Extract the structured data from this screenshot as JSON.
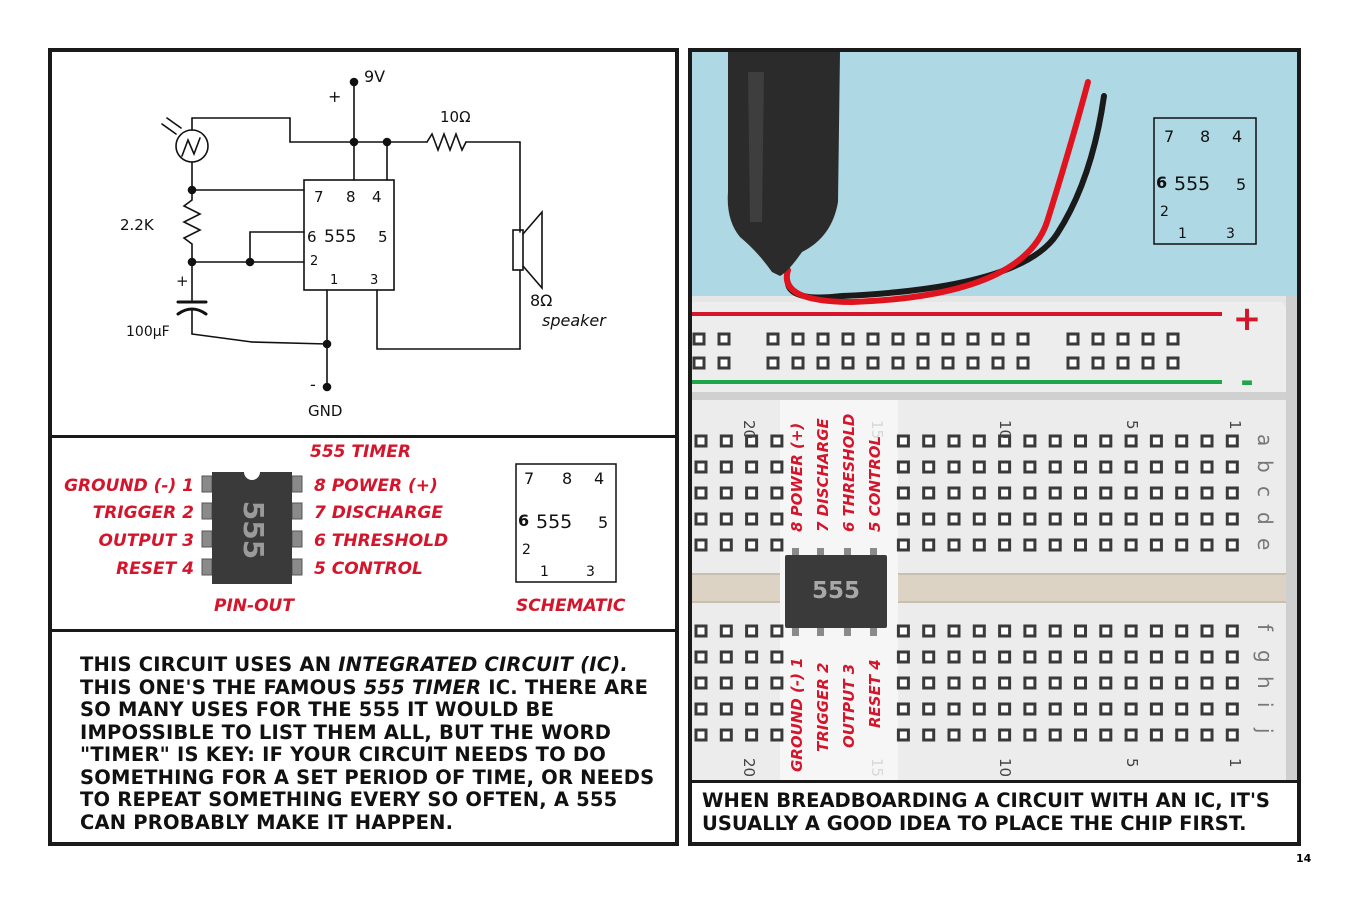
{
  "schematic": {
    "voltage": "9V",
    "plus": "+",
    "minus": "-",
    "ground": "GND",
    "r1": "10Ω",
    "r2": "2.2K",
    "cap": "100µF",
    "cap_plus": "+",
    "speaker_ohm": "8Ω",
    "speaker": "speaker",
    "pin7": "7",
    "pin8": "8",
    "pin4": "4",
    "pin6": "6",
    "chip": "555",
    "pin5": "5",
    "pin2": "2",
    "pin1": "1",
    "pin3": "3"
  },
  "pinout": {
    "title": "555 TIMER",
    "chip_label": "555",
    "left": [
      "GROUND (-) 1",
      "TRIGGER 2",
      "OUTPUT 3",
      "RESET 4"
    ],
    "right": [
      "8 POWER (+)",
      "7 DISCHARGE",
      "6 THRESHOLD",
      "5 CONTROL"
    ],
    "caption_pinout": "PIN-OUT",
    "caption_schematic": "SCHEMATIC"
  },
  "text": {
    "p1": "THIS CIRCUIT USES AN ",
    "p1_em": "INTEGRATED CIRCUIT (IC).",
    "p2": " THIS ONE'S THE FAMOUS ",
    "p2_em": "555 TIMER",
    "p3": " IC. THERE ARE SO MANY USES FOR THE 555 IT WOULD BE IMPOSSIBLE TO LIST THEM ALL, BUT THE WORD \"TIMER\" IS KEY: IF YOUR CIRCUIT NEEDS TO DO SOMETHING FOR A SET PERIOD OF TIME, OR NEEDS TO REPEAT SOMETHING EVERY SO OFTEN, A 555 CAN PROBABLY MAKE IT HAPPEN."
  },
  "breadboard": {
    "plus": "+",
    "minus": "-",
    "col20": "20",
    "col15": "15",
    "col10": "10",
    "col5": "5",
    "col1": "1",
    "rows_top": [
      "a",
      "b",
      "c",
      "d",
      "e"
    ],
    "rows_bottom": [
      "f",
      "g",
      "h",
      "i",
      "j"
    ],
    "chip_label": "555",
    "pins_top": [
      "8 POWER (+)",
      "7 DISCHARGE",
      "6 THRESHOLD",
      "5 CONTROL"
    ],
    "pins_bottom": [
      "GROUND (-) 1",
      "TRIGGER 2",
      "OUTPUT 3",
      "RESET 4"
    ],
    "caption": "WHEN BREADBOARDING A CIRCUIT WITH AN IC, IT'S USUALLY A GOOD IDEA TO PLACE THE CHIP FIRST."
  },
  "page_number": "14",
  "colors": {
    "red": "#d4152b",
    "green": "#1fa64a",
    "sky": "#add8e4",
    "board": "#ececec"
  }
}
